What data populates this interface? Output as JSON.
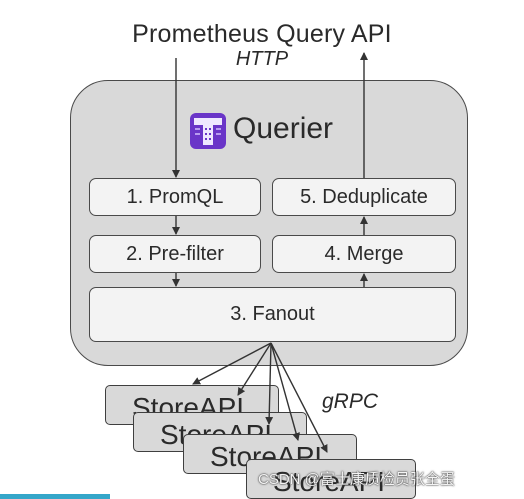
{
  "diagram": {
    "title": "Prometheus Query API",
    "protocol_top": "HTTP",
    "component": "Querier",
    "steps": {
      "promql": "1. PromQL",
      "prefilter": "2. Pre-filter",
      "fanout": "3. Fanout",
      "merge": "4. Merge",
      "dedupe": "5. Deduplicate"
    },
    "store_label": "StoreAPI",
    "protocol_bottom": "gRPC",
    "watermark": "CSDN @富士康质检员张全蛋"
  },
  "colors": {
    "querier_bg": "#d9d9d9",
    "step_bg": "#f3f3f3",
    "logo_purple": "#6a35c8",
    "stroke": "#333333"
  },
  "icons": {
    "querier_logo": "thanos-logo-icon"
  }
}
